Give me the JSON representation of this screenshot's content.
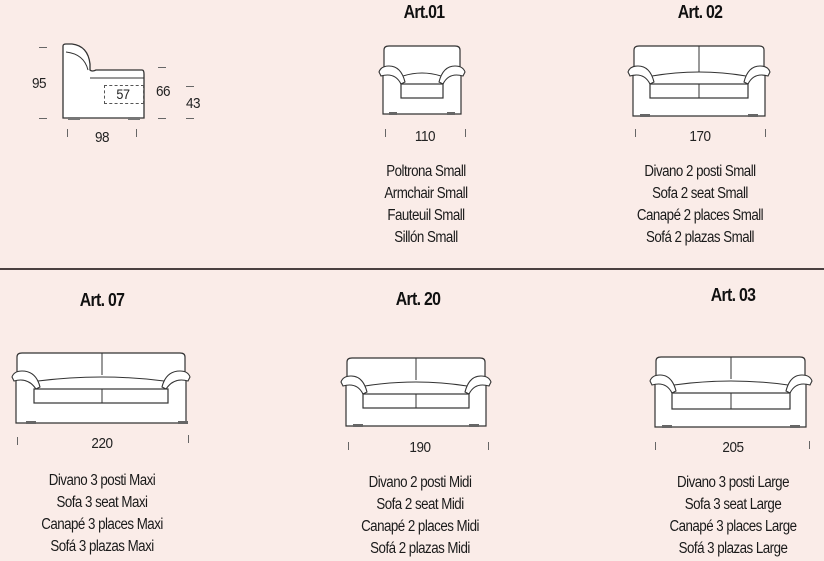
{
  "side_view": {
    "height_total": "95",
    "depth": "98",
    "seat_depth": "57",
    "arm_height": "66",
    "seat_height": "43"
  },
  "products": [
    {
      "code": "Art.01",
      "width": "110",
      "names": [
        "Poltrona Small",
        "Armchair Small",
        "Fauteuil Small",
        "Sillón Small"
      ]
    },
    {
      "code": "Art. 02",
      "width": "170",
      "names": [
        "Divano 2 posti Small",
        "Sofa 2 seat Small",
        "Canapé 2 places Small",
        "Sofá 2 plazas Small"
      ]
    },
    {
      "code": "Art. 07",
      "width": "220",
      "names": [
        "Divano 3 posti Maxi",
        "Sofa 3 seat Maxi",
        "Canapé 3 places Maxi",
        "Sofá 3 plazas Maxi"
      ]
    },
    {
      "code": "Art. 20",
      "width": "190",
      "names": [
        "Divano 2 posti Midi",
        "Sofa 2 seat Midi",
        "Canapé 2 places Midi",
        "Sofá 2 plazas Midi"
      ]
    },
    {
      "code": "Art. 03",
      "width": "205",
      "names": [
        "Divano 3 posti Large",
        "Sofa 3 seat Large",
        "Canapé 3 places Large",
        "Sofá 3 plazas Large"
      ]
    }
  ],
  "colors": {
    "background": "#faece8",
    "divider": "#4a4040",
    "line": "#3a3a3a"
  }
}
